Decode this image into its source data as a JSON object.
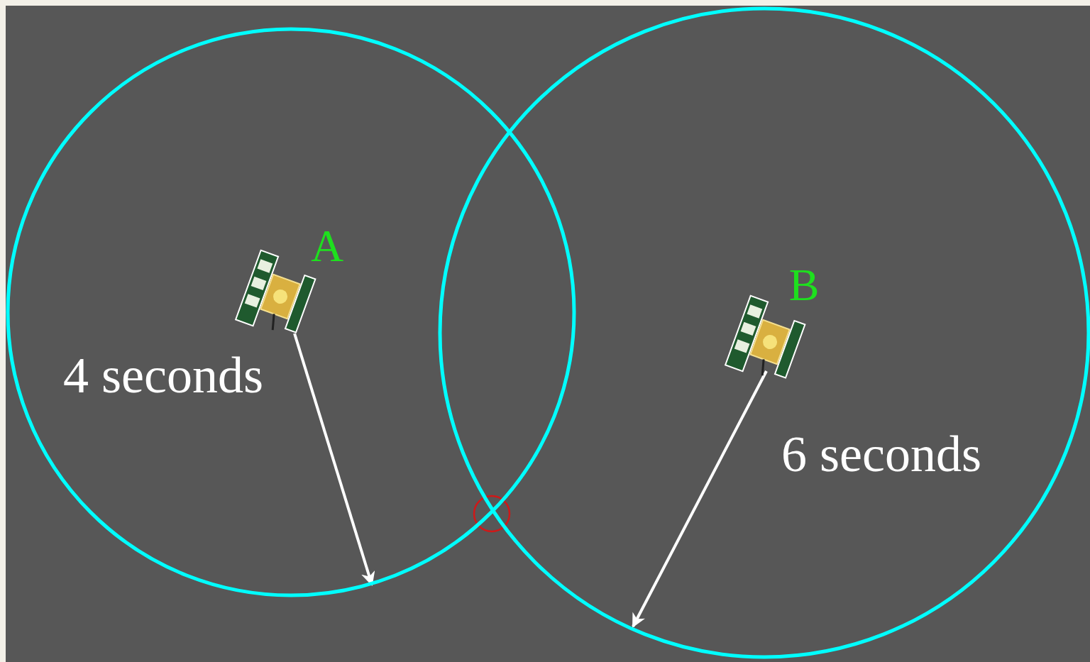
{
  "diagram": {
    "nodes": [
      {
        "text": [
          "A",
          "4 seconds"
        ]
      },
      {
        "text": [
          "B",
          "6 seconds"
        ]
      }
    ]
  }
}
